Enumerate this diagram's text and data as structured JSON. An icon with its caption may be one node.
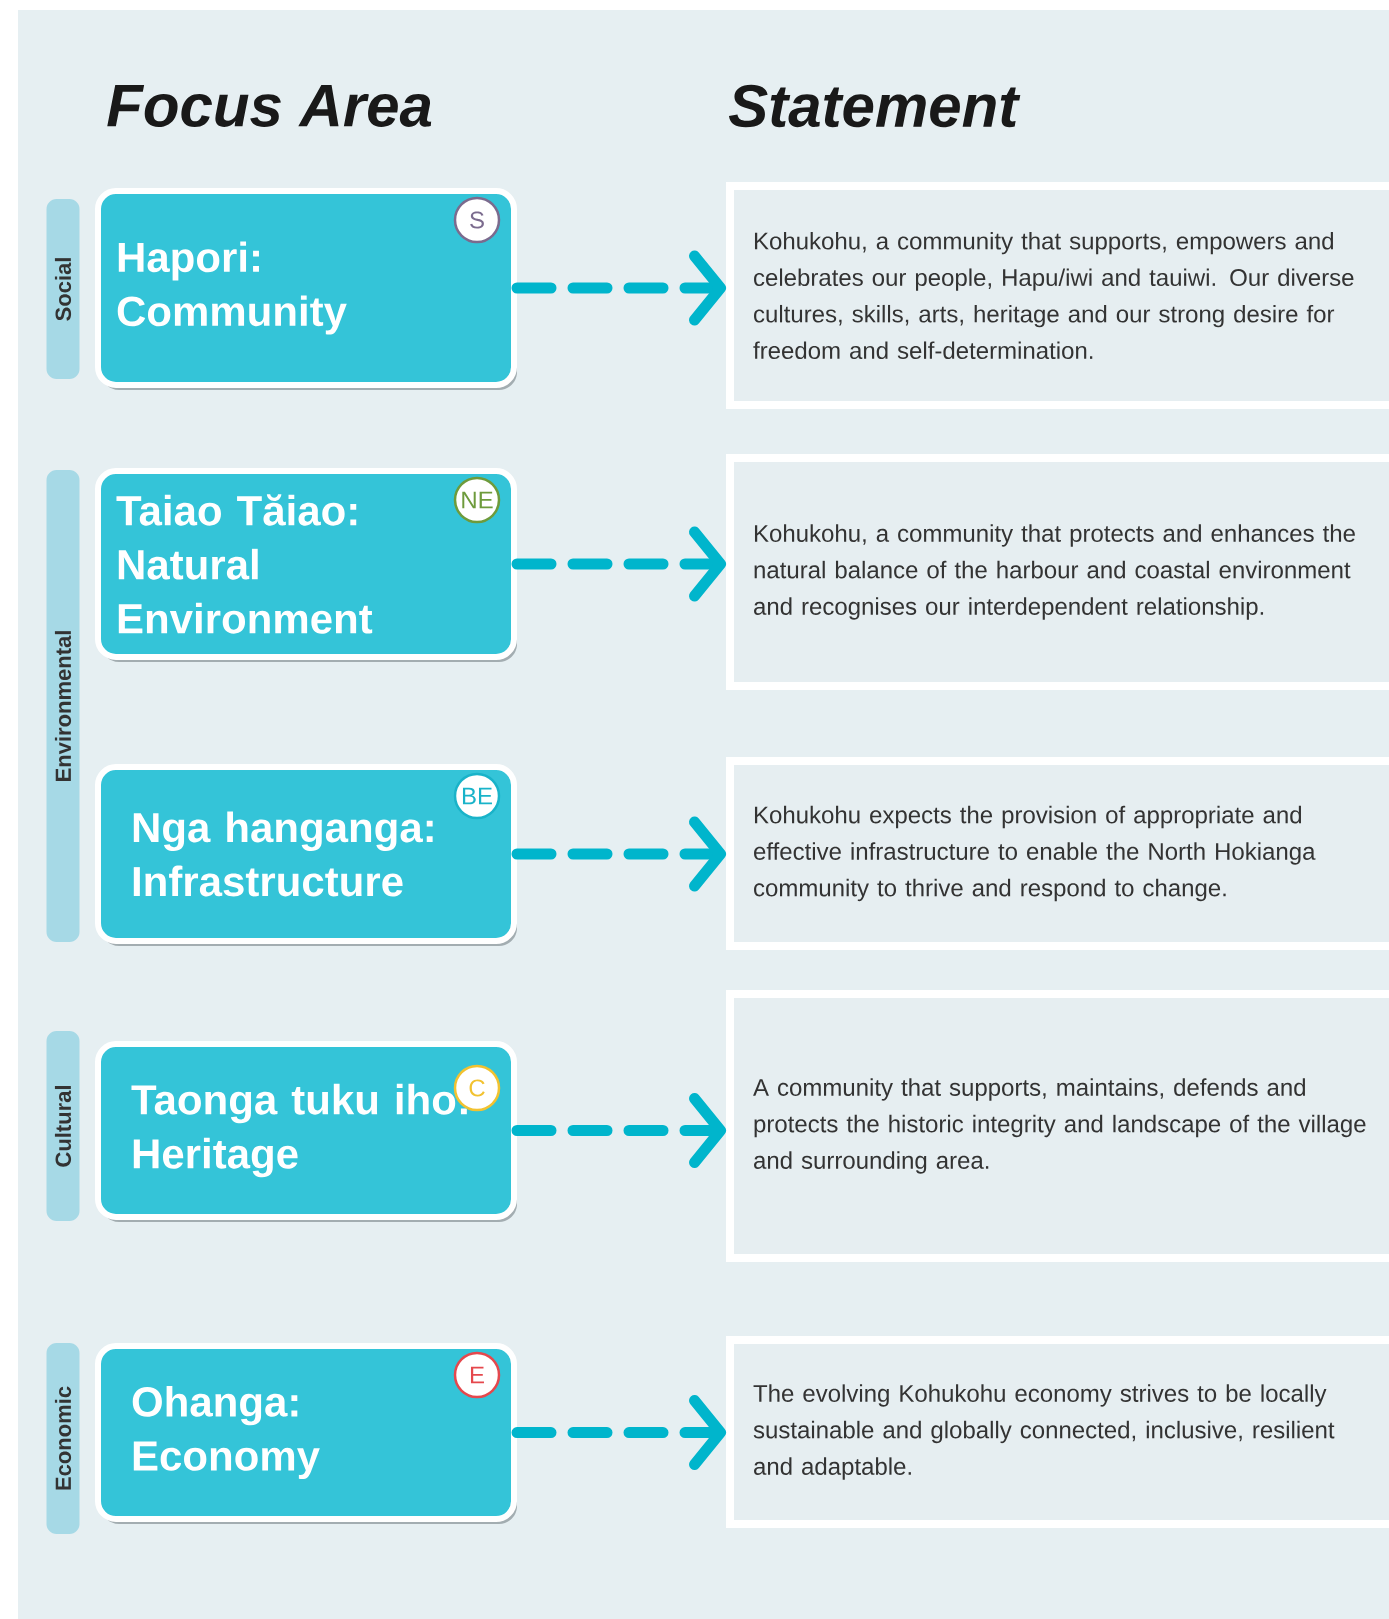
{
  "diagram": {
    "nodes": [
      {
        "text": [
          "Social"
        ]
      },
      {
        "text": [
          "Hapori: Community"
        ]
      },
      {
        "text": [
          "S"
        ],
        "in": 1
      },
      {
        "text": [
          "Kohukohu, a community that supports, empowers and celebrates our people, Hapu/iwi and tauiwi. Our diverse cultures, skills, arts, heritage and our strong desire for freedom and self-determination."
        ]
      },
      {
        "text": [
          "Environmental"
        ]
      },
      {
        "text": [
          "Taiao Tăiao: Natural Environment"
        ]
      },
      {
        "text": [
          "NE"
        ],
        "in": 5
      },
      {
        "text": [
          "Kohukohu, a community that protects and enhances the natural balance of the harbour and coastal environment and recognises our interdependent relationship."
        ]
      },
      {
        "text": [
          "Nga hanganga: Infrastructure"
        ]
      },
      {
        "text": [
          "BE"
        ],
        "in": 8
      },
      {
        "text": [
          "Kohukohu expects the provision of appropriate and effective infrastructure to enable the North Hokianga community to thrive and respond to change."
        ]
      },
      {
        "text": [
          "Cultural"
        ]
      },
      {
        "text": [
          "Taonga tuku iho: Heritage"
        ]
      },
      {
        "text": [
          "C"
        ],
        "in": 12
      },
      {
        "text": [
          "A community that supports, maintains, defends and protects the historic integrity and landscape of the village and surrounding area."
        ]
      },
      {
        "text": [
          "Economic"
        ]
      },
      {
        "text": [
          "Ohanga: Economy"
        ]
      },
      {
        "text": [
          "E"
        ],
        "in": 16
      },
      {
        "text": [
          "The evolving Kohukohu economy strives to be locally sustainable and globally connected, inclusive, resilient and adaptable."
        ]
      }
    ],
    "edges": [
      {
        "from": 1,
        "to": 3,
        "arrow": "to",
        "style": "dashed"
      },
      {
        "from": 5,
        "to": 7,
        "arrow": "to",
        "style": "dashed"
      },
      {
        "from": 8,
        "to": 10,
        "arrow": "to",
        "style": "dashed"
      },
      {
        "from": 12,
        "to": 14,
        "arrow": "to",
        "style": "dashed"
      },
      {
        "from": 16,
        "to": 18,
        "arrow": "to",
        "style": "dashed"
      }
    ],
    "labels": [
      "Focus Area",
      "Statement"
    ]
  }
}
